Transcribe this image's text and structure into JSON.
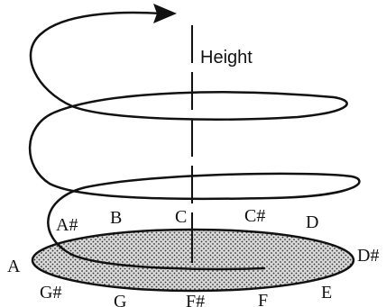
{
  "axis_label": "Height",
  "notes": {
    "A": "A",
    "A_sharp": "A#",
    "B": "B",
    "C": "C",
    "C_sharp": "C#",
    "D": "D",
    "D_sharp": "D#",
    "E": "E",
    "F": "F",
    "F_sharp": "F#",
    "G": "G",
    "G_sharp": "G#"
  },
  "colors": {
    "ink": "#111111",
    "disc_fill": "#bdbdbd",
    "background": "#ffffff"
  }
}
